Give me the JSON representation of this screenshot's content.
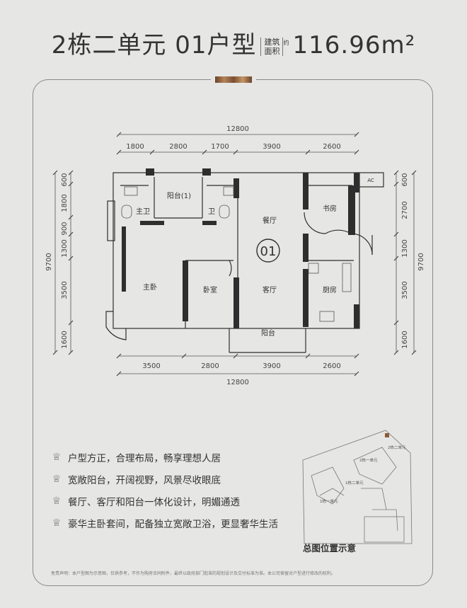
{
  "title": {
    "prefix": "2栋二单元 01户型",
    "area_label_line1": "建筑",
    "area_label_line2": "面积",
    "area_label_sup": "约",
    "area_value": "116.96m²"
  },
  "dimensions": {
    "top_total": "12800",
    "top_segments": [
      "1800",
      "2800",
      "1700",
      "3900",
      "2600"
    ],
    "bottom_total": "12800",
    "bottom_segments": [
      "3500",
      "2800",
      "3900",
      "2600"
    ],
    "left_total": "9700",
    "left_segments": [
      "600",
      "1800",
      "900",
      "1300",
      "3500",
      "1600"
    ],
    "right_total": "9700",
    "right_segments": [
      "600",
      "2700",
      "1300",
      "3500",
      "1600"
    ]
  },
  "rooms": {
    "master_bath": "主卫",
    "balcony1": "阳台(1)",
    "bath": "卫",
    "dining": "餐厅",
    "study": "书房",
    "unit_no": "01",
    "master_bed": "主卧",
    "bedroom": "卧室",
    "living": "客厅",
    "kitchen": "厨房",
    "balcony": "阳台",
    "ac": "AC"
  },
  "features": [
    "户型方正，合理布局，畅享理想人居",
    "宽敞阳台，开阔视野，风景尽收眼底",
    "餐厅、客厅和阳台一体化设计，明媚通透",
    "豪华主卧套间，配备独立宽敞卫浴，更显奢华生活"
  ],
  "site_plan": {
    "label": "总图位置示意",
    "tags": [
      "2栋二单元",
      "2栋一单元",
      "1栋二单元",
      "1栋一单元"
    ]
  },
  "disclaimer": "免责声明：本户型图为示意图，仅供参考，不作为购房合同附件，最终以政府部门批准的规划设计及交付标准为准。本公司保留对户型进行修改的权利。",
  "colors": {
    "background": "#e6e6e4",
    "line": "#2e2e2e",
    "accent": "#8a5a36"
  }
}
